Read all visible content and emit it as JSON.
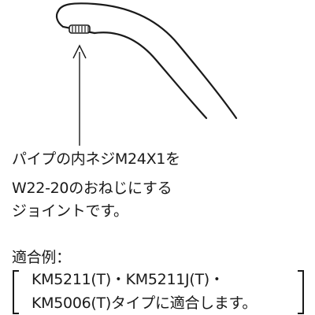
{
  "description": {
    "line1": "パイプの内ネジM24X1を",
    "line2": "W22-20のおねじにする",
    "line3": "ジョイントです。"
  },
  "example": {
    "heading": "適合例：",
    "line1": "KM5211(T)・KM5211J(T)・",
    "line2": "KM5006(T)タイプに適合します。"
  },
  "colors": {
    "ink": "#1a1a1a",
    "background": "#ffffff"
  }
}
